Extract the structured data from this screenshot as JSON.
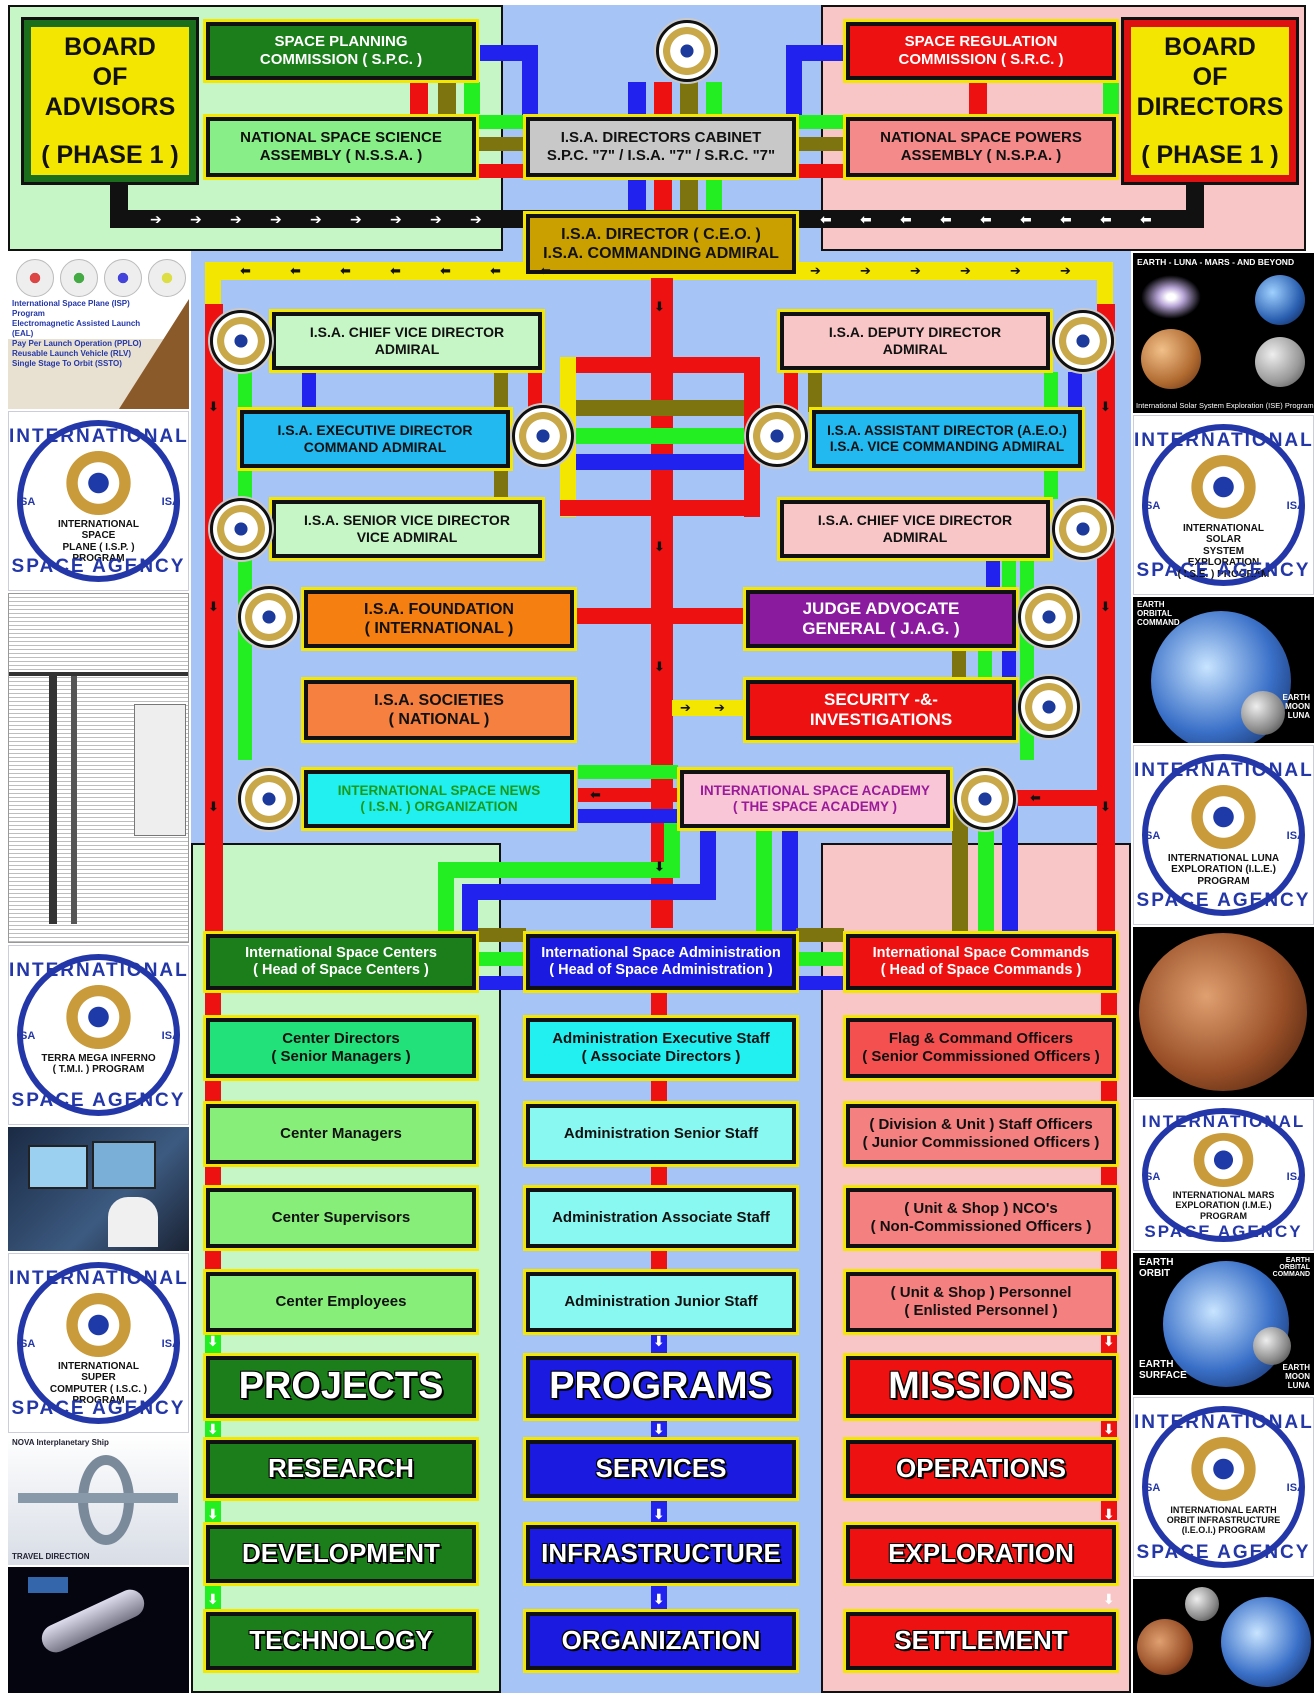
{
  "board_advisors": {
    "line1": "BOARD",
    "line2": "OF",
    "line3": "ADVISORS",
    "line4": "( PHASE 1 )"
  },
  "board_directors": {
    "line1": "BOARD",
    "line2": "OF",
    "line3": "DIRECTORS",
    "line4": "( PHASE 1 )"
  },
  "spc": {
    "line1": "SPACE  PLANNING",
    "line2": "COMMISSION ( S.P.C. )"
  },
  "src": {
    "line1": "SPACE  REGULATION",
    "line2": "COMMISSION ( S.R.C. )"
  },
  "nssa": {
    "line1": "NATIONAL SPACE SCIENCE",
    "line2": "ASSEMBLY  ( N.S.S.A. )"
  },
  "nspa": {
    "line1": "NATIONAL SPACE POWERS",
    "line2": "ASSEMBLY  ( N.S.P.A. )"
  },
  "cabinet": {
    "line1": "I.S.A. DIRECTORS CABINET",
    "line2": "S.P.C. \"7\" / I.S.A. \"7\" / S.R.C. \"7\""
  },
  "director": {
    "line1": "I.S.A. DIRECTOR  ( C.E.O. )",
    "line2": "I.S.A. COMMANDING ADMIRAL"
  },
  "chief_vice_left": {
    "line1": "I.S.A. CHIEF VICE DIRECTOR",
    "line2": "ADMIRAL"
  },
  "deputy": {
    "line1": "I.S.A. DEPUTY DIRECTOR",
    "line2": "ADMIRAL"
  },
  "executive": {
    "line1": "I.S.A. EXECUTIVE DIRECTOR",
    "line2": "COMMAND ADMIRAL"
  },
  "assistant": {
    "line1": "I.S.A. ASSISTANT DIRECTOR (A.E.O.)",
    "line2": "I.S.A. VICE COMMANDING ADMIRAL"
  },
  "senior_vice": {
    "line1": "I.S.A. SENIOR VICE DIRECTOR",
    "line2": "VICE ADMIRAL"
  },
  "chief_vice_right": {
    "line1": "I.S.A. CHIEF VICE DIRECTOR",
    "line2": "ADMIRAL"
  },
  "foundation": {
    "line1": "I.S.A. FOUNDATION",
    "line2": "( INTERNATIONAL )"
  },
  "jag": {
    "line1": "JUDGE ADVOCATE",
    "line2": "GENERAL ( J.A.G. )"
  },
  "societies": {
    "line1": "I.S.A. SOCIETIES",
    "line2": "( NATIONAL )"
  },
  "security": {
    "line1": "SECURITY   -&-",
    "line2": "INVESTIGATIONS"
  },
  "news": {
    "line1": "INTERNATIONAL SPACE NEWS",
    "line2": "( I.S.N. ) ORGANIZATION"
  },
  "academy": {
    "line1": "INTERNATIONAL SPACE ACADEMY",
    "line2": "( THE SPACE ACADEMY )"
  },
  "centers": {
    "head": {
      "line1": "International Space Centers",
      "line2": "( Head of Space Centers )"
    },
    "levels": [
      "Center Directors\n( Senior Managers )",
      "Center Managers",
      "Center Supervisors",
      "Center Employees"
    ],
    "outputs": [
      "PROJECTS",
      "RESEARCH",
      "DEVELOPMENT",
      "TECHNOLOGY"
    ]
  },
  "administration": {
    "head": {
      "line1": "International Space Administration",
      "line2": "( Head of Space Administration )"
    },
    "levels": [
      "Administration Executive Staff\n( Associate Directors )",
      "Administration Senior Staff",
      "Administration Associate Staff",
      "Administration Junior Staff"
    ],
    "outputs": [
      "PROGRAMS",
      "SERVICES",
      "INFRASTRUCTURE",
      "ORGANIZATION"
    ]
  },
  "commands": {
    "head": {
      "line1": "International Space Commands",
      "line2": "( Head of Space Commands )"
    },
    "levels": [
      "Flag & Command Officers\n( Senior Commissioned Officers )",
      "( Division & Unit ) Staff Officers\n( Junior Commissioned Officers )",
      "( Unit & Shop ) NCO's\n( Non-Commissioned Officers )",
      "( Unit & Shop ) Personnel\n( Enlisted Personnel )"
    ],
    "outputs": [
      "MISSIONS",
      "OPERATIONS",
      "EXPLORATION",
      "SETTLEMENT"
    ]
  },
  "emblems": {
    "word_top": "INTERNATIONAL",
    "word_bottom": "SPACE  AGENCY",
    "side": "ISA",
    "left": [
      "INTERNATIONAL SPACE\nPLANE ( I.S.P. )\nPROGRAM",
      "TERRA MEGA INFERNO\n( T.M.I. ) PROGRAM",
      "INTERNATIONAL SUPER\nCOMPUTER ( I.S.C. )\nPROGRAM"
    ],
    "right": [
      "INTERNATIONAL SOLAR\nSYSTEM EXPLORATION\n( I.S.E. ) PROGRAM",
      "INTERNATIONAL LUNA\nEXPLORATION (I.L.E.)\nPROGRAM",
      "INTERNATIONAL MARS\nEXPLORATION (I.M.E.)\nPROGRAM",
      "INTERNATIONAL  EARTH\nORBIT INFRASTRUCTURE\n(I.E.O.I.) PROGRAM"
    ]
  },
  "side_panels": {
    "isp_text": [
      "International Space Plane (ISP) Program",
      "Electromagnetic Assisted Launch (EAL)",
      "Pay Per Launch Operation (PPLO)",
      "Reusable Launch Vehicle (RLV)",
      "Single Stage To Orbit (SSTO)"
    ],
    "ise_title": "EARTH  -  LUNA  -  MARS  -  AND BEYOND",
    "ise_caption": "International Solar System Exploration (ISE) Program",
    "orbit_labels": {
      "earth_orbital": "EARTH\nORBITAL\nCOMMAND",
      "earth_moon": "EARTH\nMOON\nLUNA"
    },
    "surface_labels": {
      "earth_orbit": "EARTH\nORBIT",
      "earth_orbital": "EARTH\nORBITAL\nCOMMAND",
      "earth_surface": "EARTH\nSURFACE",
      "earth_moon": "EARTH\nMOON\nLUNA"
    },
    "nova_title": "NOVA Interplanetary Ship",
    "nova_travel": "TRAVEL DIRECTION"
  },
  "colors": {
    "red": "#ee1111",
    "green": "#22ee22",
    "blue": "#2222ee",
    "olive": "#7d7410",
    "yellow": "#f3e600",
    "lightgreen": "#c6f5c6",
    "lightblue": "#a6c4f6",
    "lightpink": "#f8c6c6"
  }
}
